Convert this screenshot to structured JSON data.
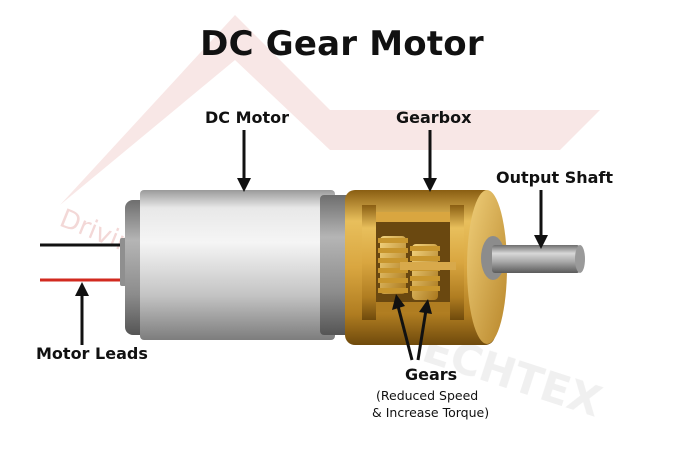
{
  "title": "DC Gear Motor",
  "labels": {
    "dc_motor": "DC Motor",
    "gearbox": "Gearbox",
    "output_shaft": "Output Shaft",
    "motor_leads": "Motor Leads",
    "gears": "Gears",
    "gears_note_1": "(Reduced Speed",
    "gears_note_2": "& Increase Torque)"
  },
  "watermark": {
    "tagline": "Driving Innovation",
    "brand": "ECHTEX"
  },
  "colors": {
    "motor_body": "#c9c9c9",
    "brass": "#c9962f",
    "lead_red": "#d22a1f",
    "lead_black": "#111111",
    "watermark": "#e9b9b6"
  }
}
